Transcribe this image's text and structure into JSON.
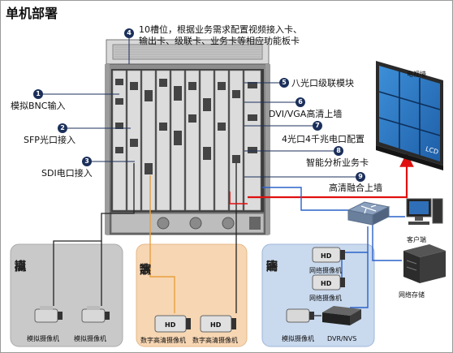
{
  "title": "单机部署",
  "callouts": [
    {
      "num": "1",
      "label": "模拟BNC输入"
    },
    {
      "num": "2",
      "label": "SFP光口接入"
    },
    {
      "num": "3",
      "label": "SDI电口接入"
    },
    {
      "num": "4",
      "label_line1": "10槽位，根据业务需求配置视频接入卡、",
      "label_line2": "输出卡、级联卡、业务卡等相应功能板卡"
    },
    {
      "num": "5",
      "label": "八光口级联模块"
    },
    {
      "num": "6",
      "label": "DVI/VGA高清上墙"
    },
    {
      "num": "7",
      "label": "4光口4千兆电口配置"
    },
    {
      "num": "8",
      "label": "智能分析业务卡"
    },
    {
      "num": "9",
      "label": "高清融合上墙"
    }
  ],
  "video_wall": {
    "label": "电视墙",
    "lcd": "LCD"
  },
  "client_label": "客户端",
  "storage_label": "网络存储",
  "zones": {
    "analog": {
      "title": "模拟高清",
      "chars": [
        "模",
        "拟",
        "高",
        "清"
      ],
      "cam1": "模拟摄像机",
      "cam2": "模拟摄像机"
    },
    "digital": {
      "title": "数字高清",
      "chars": [
        "数",
        "字",
        "高",
        "清"
      ],
      "cam1": "数字高清摄像机",
      "cam2": "数字高清摄像机",
      "hd": "HD"
    },
    "network": {
      "title": "网络高清",
      "chars": [
        "网",
        "络",
        "高",
        "清"
      ],
      "cam1": "网络摄像机",
      "cam2": "网络摄像机",
      "cam3": "模拟摄像机",
      "dvr": "DVR/NVS",
      "hd": "HD"
    }
  },
  "colors": {
    "callout": "#1b2f5a",
    "red_link": "#e01010",
    "blue_link": "#2a62c9",
    "orange_link": "#e8a040",
    "zone_analog": "#c9c9c9",
    "zone_digital": "#f7d6b3",
    "zone_network": "#c9d9ee"
  }
}
